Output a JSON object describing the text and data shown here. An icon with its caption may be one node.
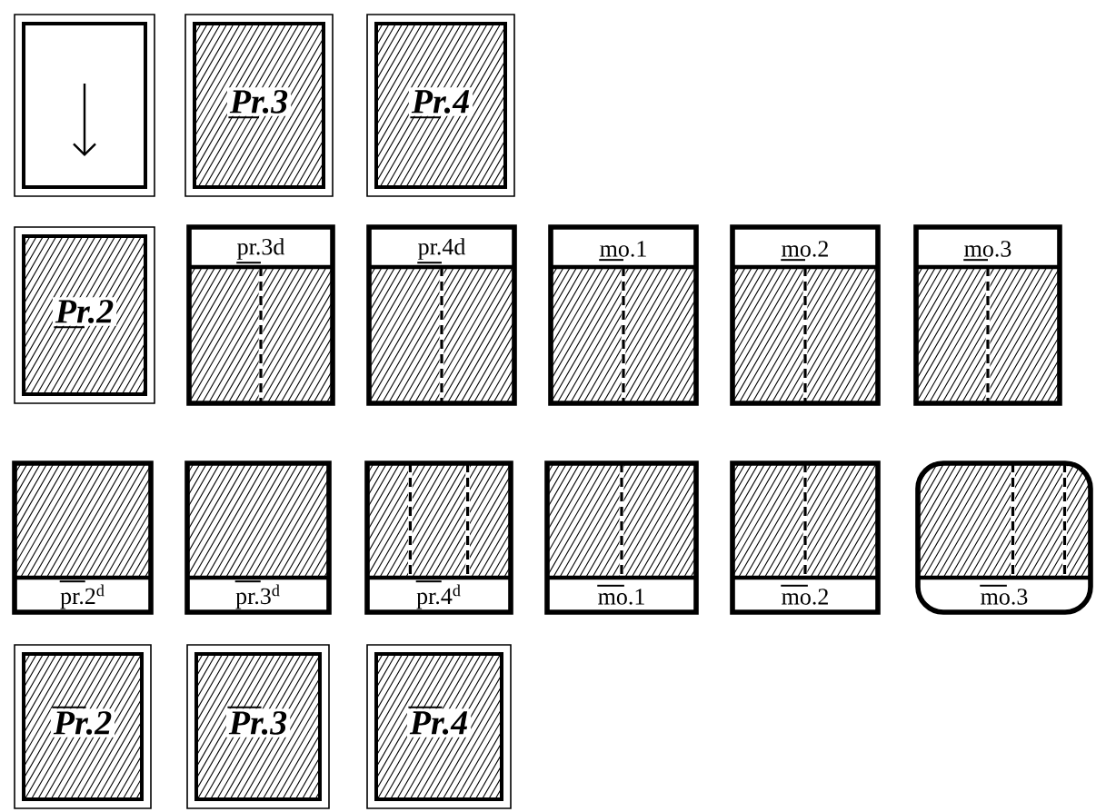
{
  "diagram": {
    "nodes": [
      {
        "text": [],
        "shape": "box"
      },
      {
        "text": [
          "Pr.3"
        ]
      },
      {
        "text": [
          "Pr.4"
        ]
      },
      {
        "text": [
          "Pr.2"
        ]
      },
      {
        "text": [
          "pr.3d"
        ]
      },
      {
        "text": [
          "pr.4d"
        ]
      },
      {
        "text": [
          "mo.1"
        ]
      },
      {
        "text": [
          "mo.2"
        ]
      },
      {
        "text": [
          "mo.3"
        ]
      },
      {
        "text": [
          "pr.2$^{d}$"
        ]
      },
      {
        "text": [
          "pr.3$^{d}$"
        ]
      },
      {
        "text": [
          "pr.4$^{d}$"
        ]
      },
      {
        "text": [
          "mo.1"
        ]
      },
      {
        "text": [
          "mo.2"
        ]
      },
      {
        "text": [
          "mo.3"
        ]
      },
      {
        "text": [
          "Pr.2"
        ]
      },
      {
        "text": [
          "Pr.3"
        ]
      },
      {
        "text": [
          "Pr.4"
        ]
      }
    ]
  }
}
